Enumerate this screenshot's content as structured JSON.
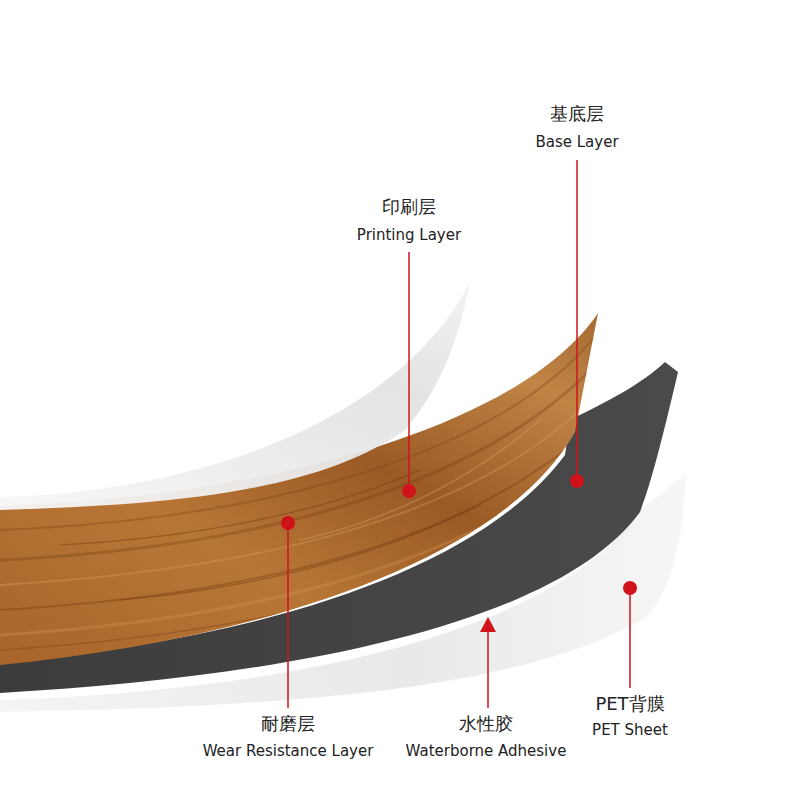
{
  "diagram": {
    "labels": [
      "基底层",
      "Base Layer",
      "印刷层",
      "Printing Layer",
      "耐磨层",
      "Wear Resistance Layer",
      "水性胶",
      "Waterborne Adhesive",
      "PET背膜",
      "PET Sheet"
    ]
  }
}
